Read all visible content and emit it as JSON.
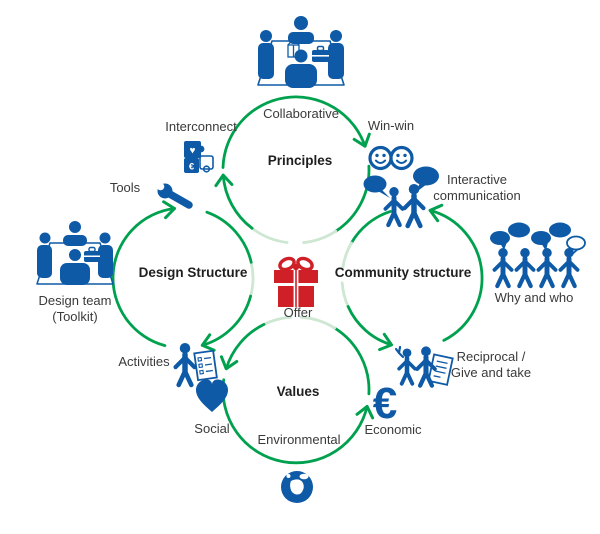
{
  "diagram": {
    "title_implicit": "",
    "center": {
      "offer": "Offer",
      "icon": "gift-icon"
    },
    "sections": {
      "principles": "Principles",
      "design_structure": "Design Structure",
      "community_structure": "Community structure",
      "values": "Values"
    },
    "items": {
      "collaborative": "Collaborative",
      "win_win": "Win-win",
      "interconnect": "Interconnect",
      "tools": "Tools",
      "interactive_line1": "Interactive",
      "interactive_line2": "communication",
      "why_and_who": "Why and who",
      "design_team_line1": "Design team",
      "design_team_line2": "(Toolkit)",
      "activities": "Activities",
      "social": "Social",
      "environmental": "Environmental",
      "economic": "Economic",
      "euro_symbol": "€",
      "reciprocal_line1": "Reciprocal /",
      "reciprocal_line2": "Give and take"
    },
    "icons": {
      "top": "meeting-table-icon",
      "left": "design-team-table-icon",
      "interconnect": "puzzle-pieces-icon",
      "tools": "wrench-icon",
      "win_win": "double-smiley-icon",
      "interactive": "people-speech-bubbles-icon",
      "why_and_who": "crowd-speech-bubbles-icon",
      "reciprocal": "people-exchange-document-icon",
      "activities": "person-checklist-icon",
      "social": "heart-icon",
      "economic": "euro-icon",
      "environmental": "globe-icon",
      "center": "gift-icon"
    },
    "colors": {
      "arrow_green": "#00a14e",
      "arrow_light_green": "#cde7d3",
      "icon_blue": "#0e5aa6",
      "gift_red": "#cf2027",
      "label_text": "#3a3a3a"
    }
  }
}
